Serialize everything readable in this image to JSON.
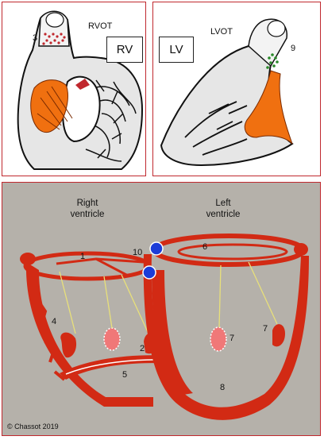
{
  "top_left": {
    "heading": "RVOT",
    "box_label": "RV",
    "number": "3"
  },
  "top_right": {
    "heading": "LVOT",
    "box_label": "LV",
    "number": "9"
  },
  "bottom": {
    "right_ventricle_line1": "Right",
    "right_ventricle_line2": "ventricle",
    "left_ventricle_line1": "Left",
    "left_ventricle_line2": "ventricle",
    "numbers": [
      "1",
      "2",
      "4",
      "5",
      "6",
      "7",
      "7",
      "8",
      "10"
    ],
    "copyright": "© Chassot 2019"
  },
  "colors": {
    "border": "#c0282e",
    "myocardium": "#d22a14",
    "tissue_fill": "#e6e6e6",
    "panel_bg": "#b5b1aa",
    "papillary_pink": "#f07878",
    "valve_blue": "#1c3cd8",
    "chorda_yellow": "#e8e07a",
    "orange": "#f07010",
    "green": "#2a8a2a"
  }
}
